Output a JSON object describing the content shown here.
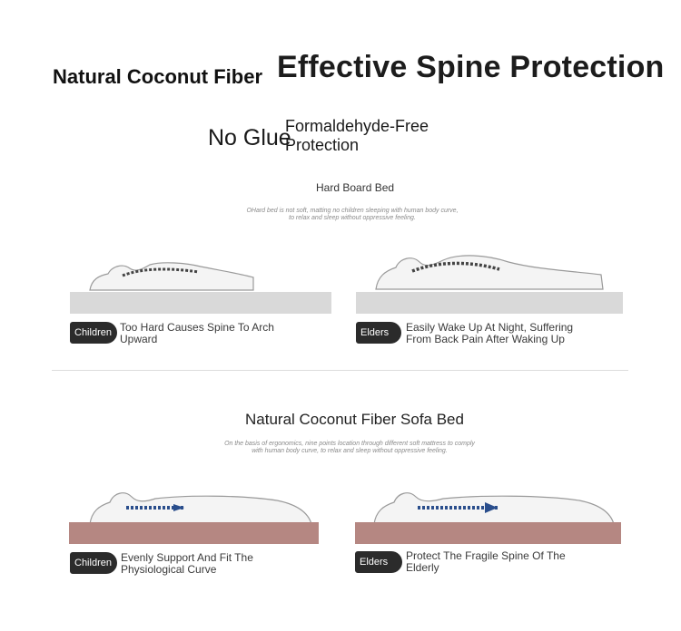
{
  "header": {
    "title": "Effective Spine Protection",
    "subtitle": "Natural Coconut Fiber"
  },
  "features": {
    "no_glue": "No Glue",
    "formaldehyde_free": "Formaldehyde-Free Protection"
  },
  "section_hard": {
    "heading": "Hard Board Bed",
    "caption": "OHard bed is not soft, matting no children sleeping with human body curve, to relax and sleep without oppressive feeling.",
    "children_tag": "Children",
    "children_note": "Too Hard Causes Spine To Arch Upward",
    "elders_tag": "Elders",
    "elders_note": "Easily Wake Up At Night, Suffering From Back Pain After Waking Up"
  },
  "section_coconut": {
    "heading": "Natural Coconut Fiber Sofa Bed",
    "caption": "On the basis of ergonomics, nine points location through different soft mattress to comply with human body curve, to relax and sleep without oppressive feeling.",
    "children_tag": "Children",
    "children_note": "Evenly Support And Fit The Physiological Curve",
    "elders_tag": "Elders",
    "elders_note": "Protect The Fragile Spine Of The Elderly"
  },
  "colors": {
    "hard_mattress": "#d9d9d9",
    "coconut_mattress": "#b58782",
    "spine_hard": "#444444",
    "spine_coconut": "#2a4e8c",
    "tag_bg": "#2b2b2b"
  }
}
